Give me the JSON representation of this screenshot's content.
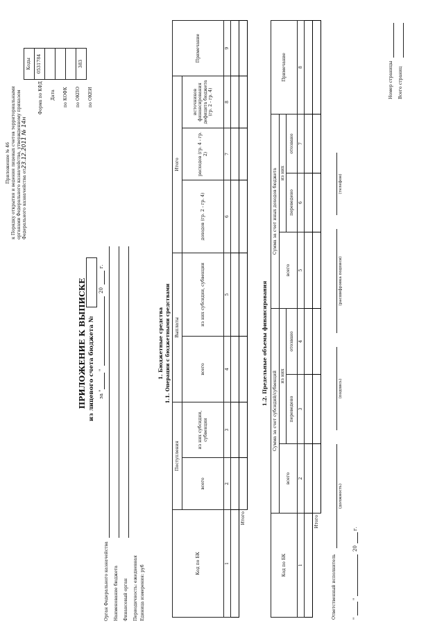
{
  "header": {
    "appendix_no": "Приложение № 46",
    "order_line1": "к Порядку открытия и ведения лицевых счетов территориальными",
    "order_line2": "органами Федерального казначейства, утвержденному приказом",
    "order_line3": "Федерального казначейства от",
    "order_date_sign": "23.12.2011 № 14н"
  },
  "codes": {
    "title": "Коды",
    "labels": [
      "Форма по КФД",
      "Дата",
      "по КОФК",
      "по ОКПО",
      "по ОКЕИ"
    ],
    "values": [
      "0531784",
      "",
      "",
      "",
      "383"
    ]
  },
  "title": {
    "line1": "ПРИЛОЖЕНИЕ К ВЫПИСКЕ",
    "line2": "из лицевого счета бюджета №",
    "date_za": "за \"",
    "date_quote": "\"",
    "date_20": "20",
    "date_g": "г."
  },
  "org": {
    "labels": [
      "Орган Федерального казначейства",
      "Наименование бюджета",
      "Финансовый орган",
      "Периодичность: ежедневная",
      "Единица измерения: руб"
    ]
  },
  "section1": {
    "title": "1. Бюджетные средства",
    "subtitle": "1.1. Операции с бюджетными средствами",
    "h_code": "Код по БК",
    "h_receipts": "Поступления",
    "h_payments": "Выплаты",
    "h_total": "Итого",
    "h_note": "Примечание",
    "h_all": "всего",
    "h_of_subs": "из них субсидии, субвенции",
    "h_of_subs2": "из них субсидии, субвенции",
    "h_income": "доходов (гр. 2 - гр. 4)",
    "h_expenses": "расходов (гр. 4 - гр. 2)",
    "h_sources": "источников финансирования дефицита бюджета (гр. 2 - гр. 4)",
    "nums": [
      "1",
      "2",
      "3",
      "4",
      "5",
      "6",
      "7",
      "8",
      "9"
    ],
    "itogo": "Итого"
  },
  "section2": {
    "title": "1.2. Предельные объемы финансирования",
    "h_code": "Код по БК",
    "h_sum_subs": "Сумма за счет субсидий/субвенций",
    "h_sum_other": "Сумма за счет иных доходов бюджета",
    "h_all": "всего",
    "h_of_them": "из них",
    "h_transferred": "переведено",
    "h_recalled": "отозвано",
    "h_note": "Примечание",
    "nums": [
      "1",
      "2",
      "3",
      "4",
      "5",
      "6",
      "7",
      "8"
    ],
    "itogo": "Итого"
  },
  "footer": {
    "responsible": "Ответственный исполнитель",
    "position": "(должность)",
    "signature": "(подпись)",
    "decoding": "(расшифровка подписи)",
    "phone": "(телефон)",
    "date_open": "\"",
    "date_close": "\"",
    "date_20": "20",
    "date_g": "г.",
    "page_no": "Номер страницы",
    "pages_total": "Всего страниц"
  }
}
